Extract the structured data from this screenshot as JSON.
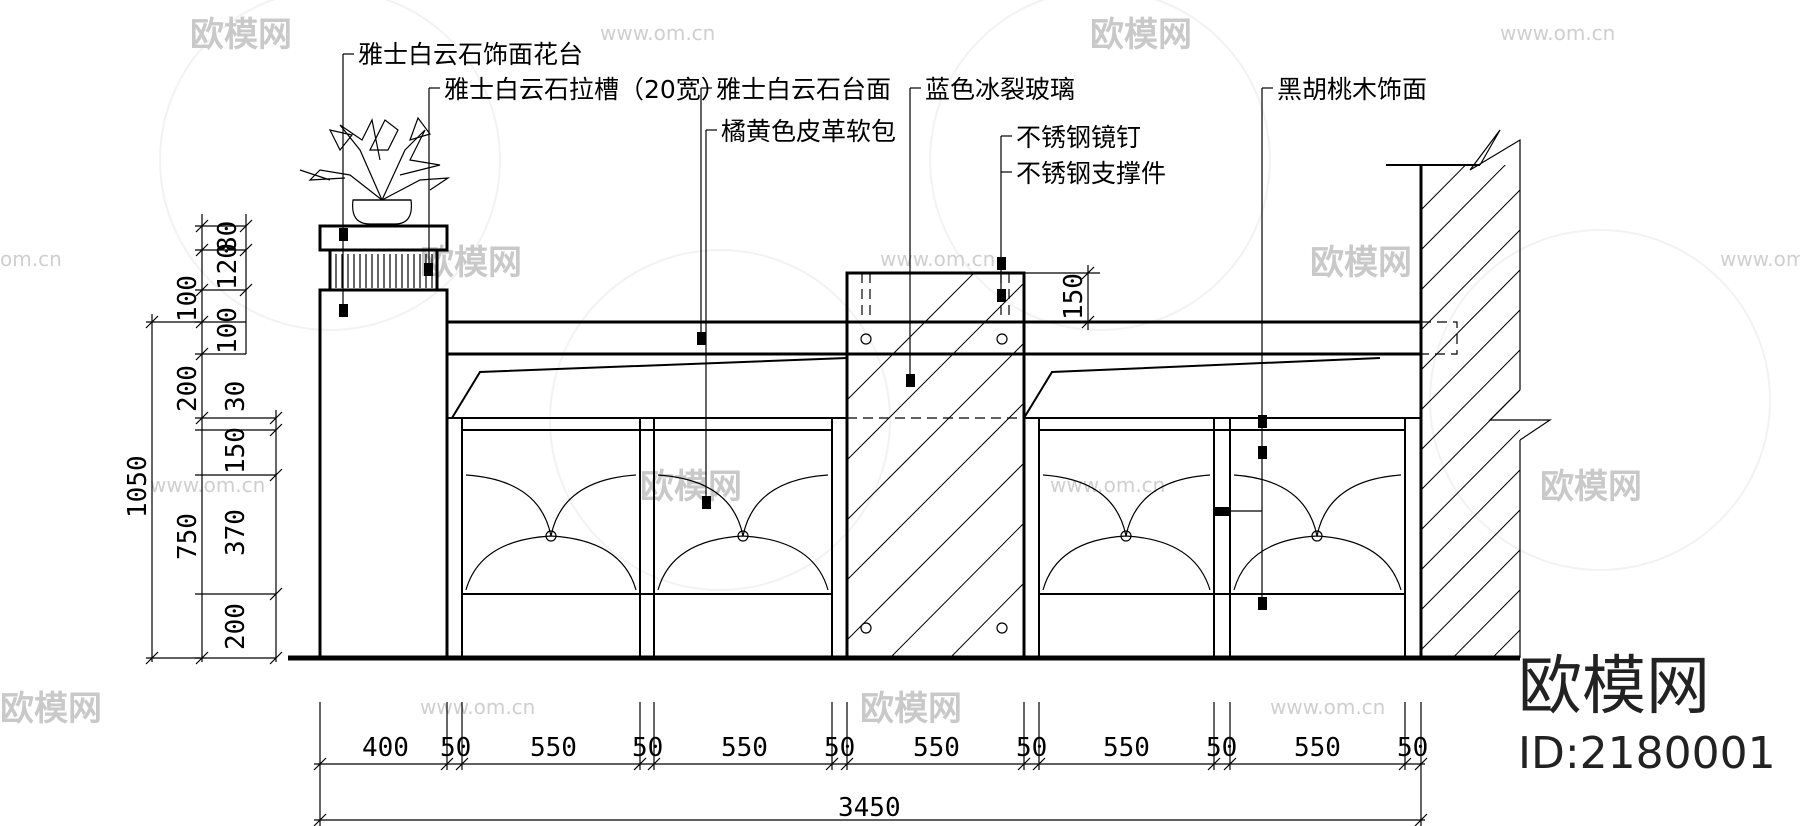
{
  "annotations": {
    "planter_facing": "雅士白云石饰面花台",
    "groove": "雅士白云石拉槽（20宽）",
    "countertop": "雅士白云石台面",
    "leather_panel": "橘黄色皮革软包",
    "blue_glass": "蓝色冰裂玻璃",
    "mirror_nail": "不锈钢镜钉",
    "support": "不锈钢支撑件",
    "walnut": "黑胡桃木饰面"
  },
  "dimensions": {
    "vertical_outer": [
      "80",
      "120",
      "100",
      "100",
      "200",
      "30",
      "150",
      "370",
      "200"
    ],
    "vertical_inner": [
      "1050",
      "750"
    ],
    "glass_top": "150",
    "horizontal": [
      "400",
      "50",
      "550",
      "50",
      "550",
      "50",
      "550",
      "50",
      "550",
      "50",
      "550",
      "50"
    ],
    "total": "3450"
  },
  "watermark": {
    "brand": "欧模网",
    "url": "www.om.cn",
    "url_short": "om.cn",
    "id_label": "ID:2180001"
  }
}
